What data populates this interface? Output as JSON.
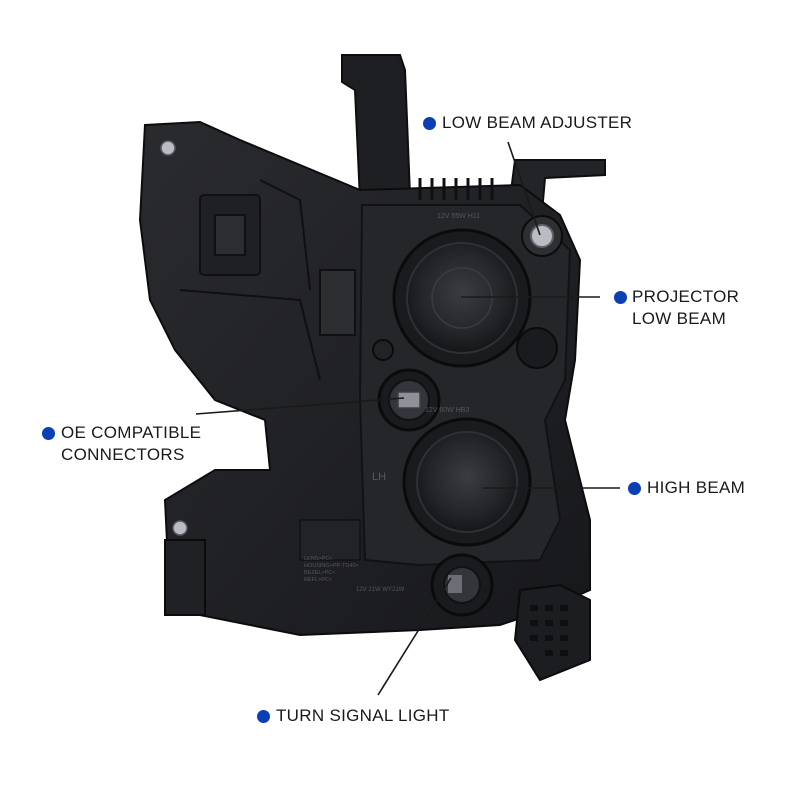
{
  "theme": {
    "accent": "#0a3fb5",
    "housing": "#1c1d20",
    "line": "#1a1a1a"
  },
  "callouts": [
    {
      "id": "low-beam-adjuster",
      "lines": [
        "LOW BEAM ADJUSTER"
      ]
    },
    {
      "id": "projector-low-beam",
      "lines": [
        "PROJECTOR",
        "LOW BEAM"
      ]
    },
    {
      "id": "oe-compatible-connectors",
      "lines": [
        "OE COMPATIBLE",
        "CONNECTORS"
      ]
    },
    {
      "id": "high-beam",
      "lines": [
        "HIGH BEAM"
      ]
    },
    {
      "id": "turn-signal-light",
      "lines": [
        "TURN SIGNAL LIGHT"
      ]
    }
  ],
  "housing_text": {
    "side": "LH",
    "bulb_low": "12V 55W H11",
    "bulb_high": "12V 60W HB3",
    "bulb_turn": "12V 21W WY21W",
    "materials": [
      "LENS>PC<",
      "HOUSING>PP-TD40<",
      "BEZEL>PC<",
      "REFL>PC<"
    ]
  }
}
